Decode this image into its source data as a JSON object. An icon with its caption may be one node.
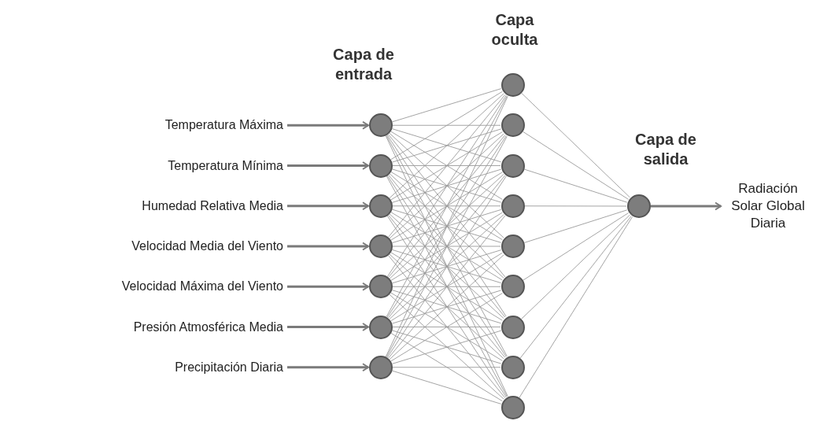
{
  "diagram": {
    "nodes": [
      {
        "text": [
          "Temperatura Máxima"
        ]
      },
      {
        "text": [
          "Temperatura Mínima"
        ]
      },
      {
        "text": [
          "Humedad Relativa Media"
        ]
      },
      {
        "text": [
          "Velocidad Media del Viento"
        ]
      },
      {
        "text": [
          "Velocidad Máxima del Viento"
        ]
      },
      {
        "text": [
          "Presión Atmosférica Media"
        ]
      },
      {
        "text": [
          "Precipitación Diaria"
        ]
      },
      {
        "text": [],
        "shape": "circle"
      },
      {
        "text": [],
        "shape": "circle"
      },
      {
        "text": [],
        "shape": "circle"
      },
      {
        "text": [],
        "shape": "circle"
      },
      {
        "text": [],
        "shape": "circle"
      },
      {
        "text": [],
        "shape": "circle"
      },
      {
        "text": [],
        "shape": "circle"
      },
      {
        "text": [],
        "shape": "circle"
      },
      {
        "text": [],
        "shape": "circle"
      },
      {
        "text": [],
        "shape": "circle"
      },
      {
        "text": [],
        "shape": "circle"
      },
      {
        "text": [],
        "shape": "circle"
      },
      {
        "text": [],
        "shape": "circle"
      },
      {
        "text": [],
        "shape": "circle"
      },
      {
        "text": [],
        "shape": "circle"
      },
      {
        "text": [],
        "shape": "circle"
      },
      {
        "text": [],
        "shape": "circle"
      },
      {
        "text": [
          "Radiación Solar Global Diaria"
        ]
      }
    ],
    "edges": [
      {
        "from": 0,
        "to": 7,
        "arrow": "to",
        "style": "thick"
      },
      {
        "from": 1,
        "to": 8,
        "arrow": "to",
        "style": "thick"
      },
      {
        "from": 2,
        "to": 9,
        "arrow": "to",
        "style": "thick"
      },
      {
        "from": 3,
        "to": 10,
        "arrow": "to",
        "style": "thick"
      },
      {
        "from": 4,
        "to": 11,
        "arrow": "to",
        "style": "thick"
      },
      {
        "from": 5,
        "to": 12,
        "arrow": "to",
        "style": "thick"
      },
      {
        "from": 6,
        "to": 13,
        "arrow": "to",
        "style": "thick"
      },
      {
        "from": 7,
        "to": 14,
        "arrow": "none"
      },
      {
        "from": 7,
        "to": 15,
        "arrow": "none"
      },
      {
        "from": 7,
        "to": 16,
        "arrow": "none"
      },
      {
        "from": 7,
        "to": 17,
        "arrow": "none"
      },
      {
        "from": 7,
        "to": 18,
        "arrow": "none"
      },
      {
        "from": 7,
        "to": 19,
        "arrow": "none"
      },
      {
        "from": 7,
        "to": 20,
        "arrow": "none"
      },
      {
        "from": 7,
        "to": 21,
        "arrow": "none"
      },
      {
        "from": 7,
        "to": 22,
        "arrow": "none"
      },
      {
        "from": 8,
        "to": 14,
        "arrow": "none"
      },
      {
        "from": 8,
        "to": 15,
        "arrow": "none"
      },
      {
        "from": 8,
        "to": 16,
        "arrow": "none"
      },
      {
        "from": 8,
        "to": 17,
        "arrow": "none"
      },
      {
        "from": 8,
        "to": 18,
        "arrow": "none"
      },
      {
        "from": 8,
        "to": 19,
        "arrow": "none"
      },
      {
        "from": 8,
        "to": 20,
        "arrow": "none"
      },
      {
        "from": 8,
        "to": 21,
        "arrow": "none"
      },
      {
        "from": 8,
        "to": 22,
        "arrow": "none"
      },
      {
        "from": 9,
        "to": 14,
        "arrow": "none"
      },
      {
        "from": 9,
        "to": 15,
        "arrow": "none"
      },
      {
        "from": 9,
        "to": 16,
        "arrow": "none"
      },
      {
        "from": 9,
        "to": 17,
        "arrow": "none"
      },
      {
        "from": 9,
        "to": 18,
        "arrow": "none"
      },
      {
        "from": 9,
        "to": 19,
        "arrow": "none"
      },
      {
        "from": 9,
        "to": 20,
        "arrow": "none"
      },
      {
        "from": 9,
        "to": 21,
        "arrow": "none"
      },
      {
        "from": 9,
        "to": 22,
        "arrow": "none"
      },
      {
        "from": 10,
        "to": 14,
        "arrow": "none"
      },
      {
        "from": 10,
        "to": 15,
        "arrow": "none"
      },
      {
        "from": 10,
        "to": 16,
        "arrow": "none"
      },
      {
        "from": 10,
        "to": 17,
        "arrow": "none"
      },
      {
        "from": 10,
        "to": 18,
        "arrow": "none"
      },
      {
        "from": 10,
        "to": 19,
        "arrow": "none"
      },
      {
        "from": 10,
        "to": 20,
        "arrow": "none"
      },
      {
        "from": 10,
        "to": 21,
        "arrow": "none"
      },
      {
        "from": 10,
        "to": 22,
        "arrow": "none"
      },
      {
        "from": 11,
        "to": 14,
        "arrow": "none"
      },
      {
        "from": 11,
        "to": 15,
        "arrow": "none"
      },
      {
        "from": 11,
        "to": 16,
        "arrow": "none"
      },
      {
        "from": 11,
        "to": 17,
        "arrow": "none"
      },
      {
        "from": 11,
        "to": 18,
        "arrow": "none"
      },
      {
        "from": 11,
        "to": 19,
        "arrow": "none"
      },
      {
        "from": 11,
        "to": 20,
        "arrow": "none"
      },
      {
        "from": 11,
        "to": 21,
        "arrow": "none"
      },
      {
        "from": 11,
        "to": 22,
        "arrow": "none"
      },
      {
        "from": 12,
        "to": 14,
        "arrow": "none"
      },
      {
        "from": 12,
        "to": 15,
        "arrow": "none"
      },
      {
        "from": 12,
        "to": 16,
        "arrow": "none"
      },
      {
        "from": 12,
        "to": 17,
        "arrow": "none"
      },
      {
        "from": 12,
        "to": 18,
        "arrow": "none"
      },
      {
        "from": 12,
        "to": 19,
        "arrow": "none"
      },
      {
        "from": 12,
        "to": 20,
        "arrow": "none"
      },
      {
        "from": 12,
        "to": 21,
        "arrow": "none"
      },
      {
        "from": 12,
        "to": 22,
        "arrow": "none"
      },
      {
        "from": 13,
        "to": 14,
        "arrow": "none"
      },
      {
        "from": 13,
        "to": 15,
        "arrow": "none"
      },
      {
        "from": 13,
        "to": 16,
        "arrow": "none"
      },
      {
        "from": 13,
        "to": 17,
        "arrow": "none"
      },
      {
        "from": 13,
        "to": 18,
        "arrow": "none"
      },
      {
        "from": 13,
        "to": 19,
        "arrow": "none"
      },
      {
        "from": 13,
        "to": 20,
        "arrow": "none"
      },
      {
        "from": 13,
        "to": 21,
        "arrow": "none"
      },
      {
        "from": 13,
        "to": 22,
        "arrow": "none"
      },
      {
        "from": 14,
        "to": 23,
        "arrow": "none"
      },
      {
        "from": 15,
        "to": 23,
        "arrow": "none"
      },
      {
        "from": 16,
        "to": 23,
        "arrow": "none"
      },
      {
        "from": 17,
        "to": 23,
        "arrow": "none"
      },
      {
        "from": 18,
        "to": 23,
        "arrow": "none"
      },
      {
        "from": 19,
        "to": 23,
        "arrow": "none"
      },
      {
        "from": 20,
        "to": 23,
        "arrow": "none"
      },
      {
        "from": 21,
        "to": 23,
        "arrow": "none"
      },
      {
        "from": 22,
        "to": 23,
        "arrow": "none"
      },
      {
        "from": 23,
        "to": 24,
        "arrow": "to",
        "style": "thick"
      }
    ],
    "labels": [
      "Capa de entrada",
      "Capa oculta",
      "Capa de salida"
    ]
  }
}
